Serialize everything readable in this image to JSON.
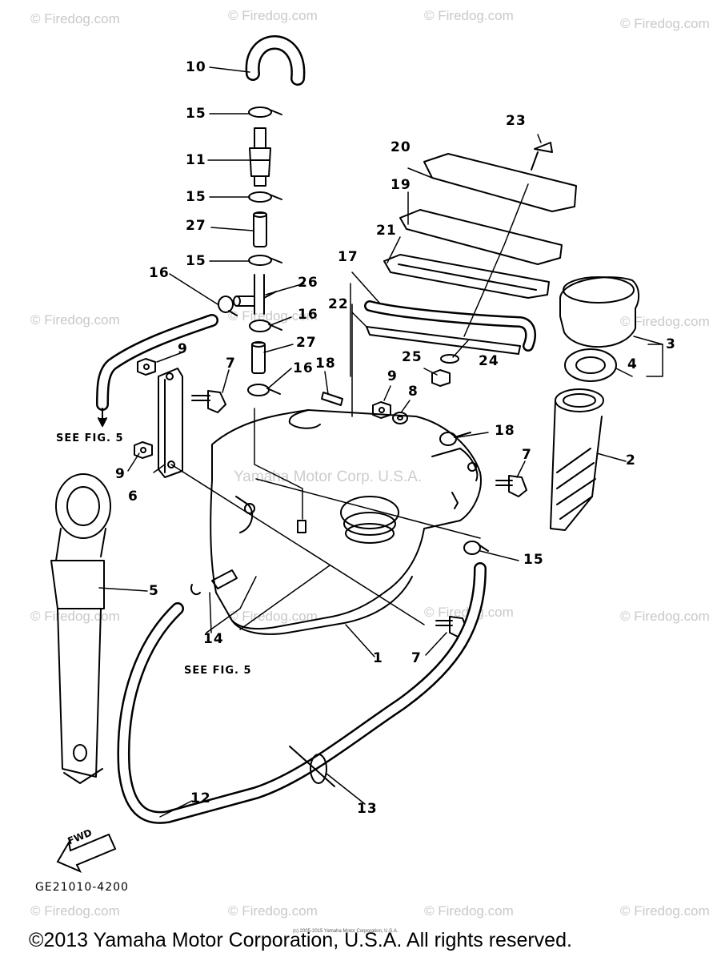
{
  "watermarks": {
    "site": "© Firedog.com",
    "center": "Yamaha Motor Corp. U.S.A."
  },
  "callouts": {
    "c1": "1",
    "c2": "2",
    "c3": "3",
    "c4": "4",
    "c5": "5",
    "c6": "6",
    "c7a": "7",
    "c7b": "7",
    "c7c": "7",
    "c8": "8",
    "c9a": "9",
    "c9b": "9",
    "c9c": "9",
    "c10": "10",
    "c11": "11",
    "c12": "12",
    "c13": "13",
    "c14": "14",
    "c15a": "15",
    "c15b": "15",
    "c15c": "15",
    "c15d": "15",
    "c16a": "16",
    "c16b": "16",
    "c16c": "16",
    "c17": "17",
    "c18a": "18",
    "c18b": "18",
    "c19": "19",
    "c20": "20",
    "c21": "21",
    "c22": "22",
    "c23": "23",
    "c24": "24",
    "c25": "25",
    "c26": "26",
    "c27a": "27",
    "c27b": "27"
  },
  "notes": {
    "see_fig_top": "SEE FIG. 5",
    "see_fig_bottom": "SEE FIG. 5",
    "fwd": "FWD",
    "diagram_code": "GE21010-4200"
  },
  "footer": {
    "copyright": "©2013 Yamaha Motor Corporation, U.S.A. All rights reserved.",
    "small_print": "(c) 2005-2015 Yamaha Motor Corporation, U.S.A."
  }
}
